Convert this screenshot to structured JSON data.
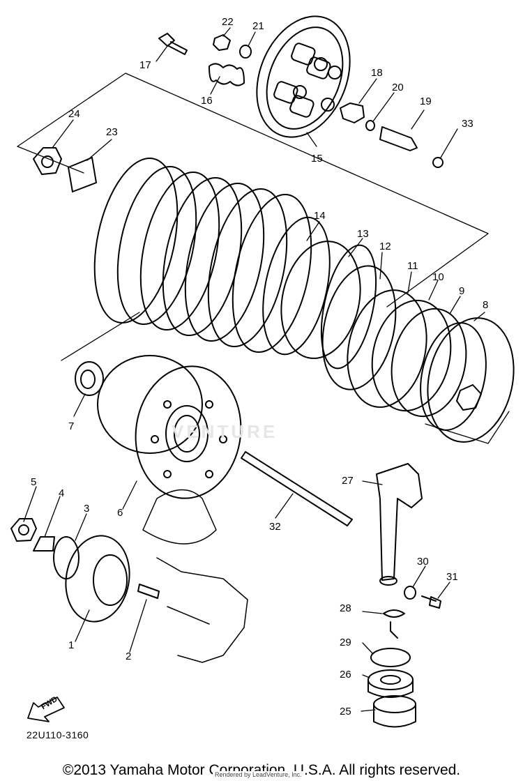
{
  "diagram": {
    "code": "22U110-3160",
    "fwd_label": "FWD",
    "watermark": "VENTURE",
    "copyright": "©2013 Yamaha Motor Corporation, U.S.A. All rights reserved.",
    "rendered_by": "Rendered by LeadVenture, Inc."
  },
  "callouts": [
    {
      "id": "part-1",
      "text": "1"
    },
    {
      "id": "part-2",
      "text": "2"
    },
    {
      "id": "part-3",
      "text": "3"
    },
    {
      "id": "part-4",
      "text": "4"
    },
    {
      "id": "part-5",
      "text": "5"
    },
    {
      "id": "part-6",
      "text": "6"
    },
    {
      "id": "part-7",
      "text": "7"
    },
    {
      "id": "part-8",
      "text": "8"
    },
    {
      "id": "part-9",
      "text": "9"
    },
    {
      "id": "part-10",
      "text": "10"
    },
    {
      "id": "part-11",
      "text": "11"
    },
    {
      "id": "part-12",
      "text": "12"
    },
    {
      "id": "part-13",
      "text": "13"
    },
    {
      "id": "part-14",
      "text": "14"
    },
    {
      "id": "part-15",
      "text": "15"
    },
    {
      "id": "part-16",
      "text": "16"
    },
    {
      "id": "part-17",
      "text": "17"
    },
    {
      "id": "part-18",
      "text": "18"
    },
    {
      "id": "part-19",
      "text": "19"
    },
    {
      "id": "part-20",
      "text": "20"
    },
    {
      "id": "part-21",
      "text": "21"
    },
    {
      "id": "part-22",
      "text": "22"
    },
    {
      "id": "part-23",
      "text": "23"
    },
    {
      "id": "part-24",
      "text": "24"
    },
    {
      "id": "part-25",
      "text": "25"
    },
    {
      "id": "part-26",
      "text": "26"
    },
    {
      "id": "part-27",
      "text": "27"
    },
    {
      "id": "part-28",
      "text": "28"
    },
    {
      "id": "part-29",
      "text": "29"
    },
    {
      "id": "part-30",
      "text": "30"
    },
    {
      "id": "part-31",
      "text": "31"
    },
    {
      "id": "part-32",
      "text": "32"
    },
    {
      "id": "part-33",
      "text": "33"
    }
  ]
}
